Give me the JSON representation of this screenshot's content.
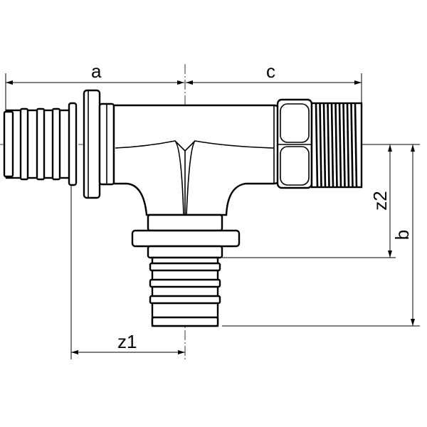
{
  "dimensions": {
    "a": "a",
    "c": "c",
    "z1": "z1",
    "z2": "z2",
    "b": "b"
  }
}
